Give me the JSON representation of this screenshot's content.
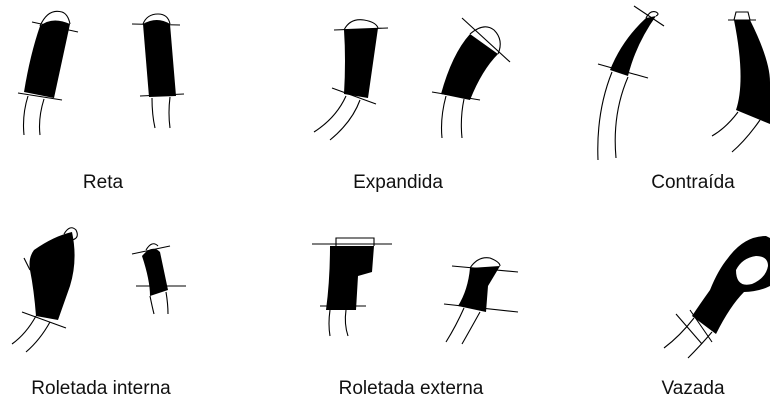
{
  "figure": {
    "colors": {
      "ink": "#000000",
      "background": "#ffffff"
    },
    "types": [
      {
        "label": "Reta"
      },
      {
        "label": "Expandida"
      },
      {
        "label": "Contraída"
      },
      {
        "label": "Roletada interna"
      },
      {
        "label": "Roletada externa"
      },
      {
        "label": "Vazada"
      }
    ]
  }
}
